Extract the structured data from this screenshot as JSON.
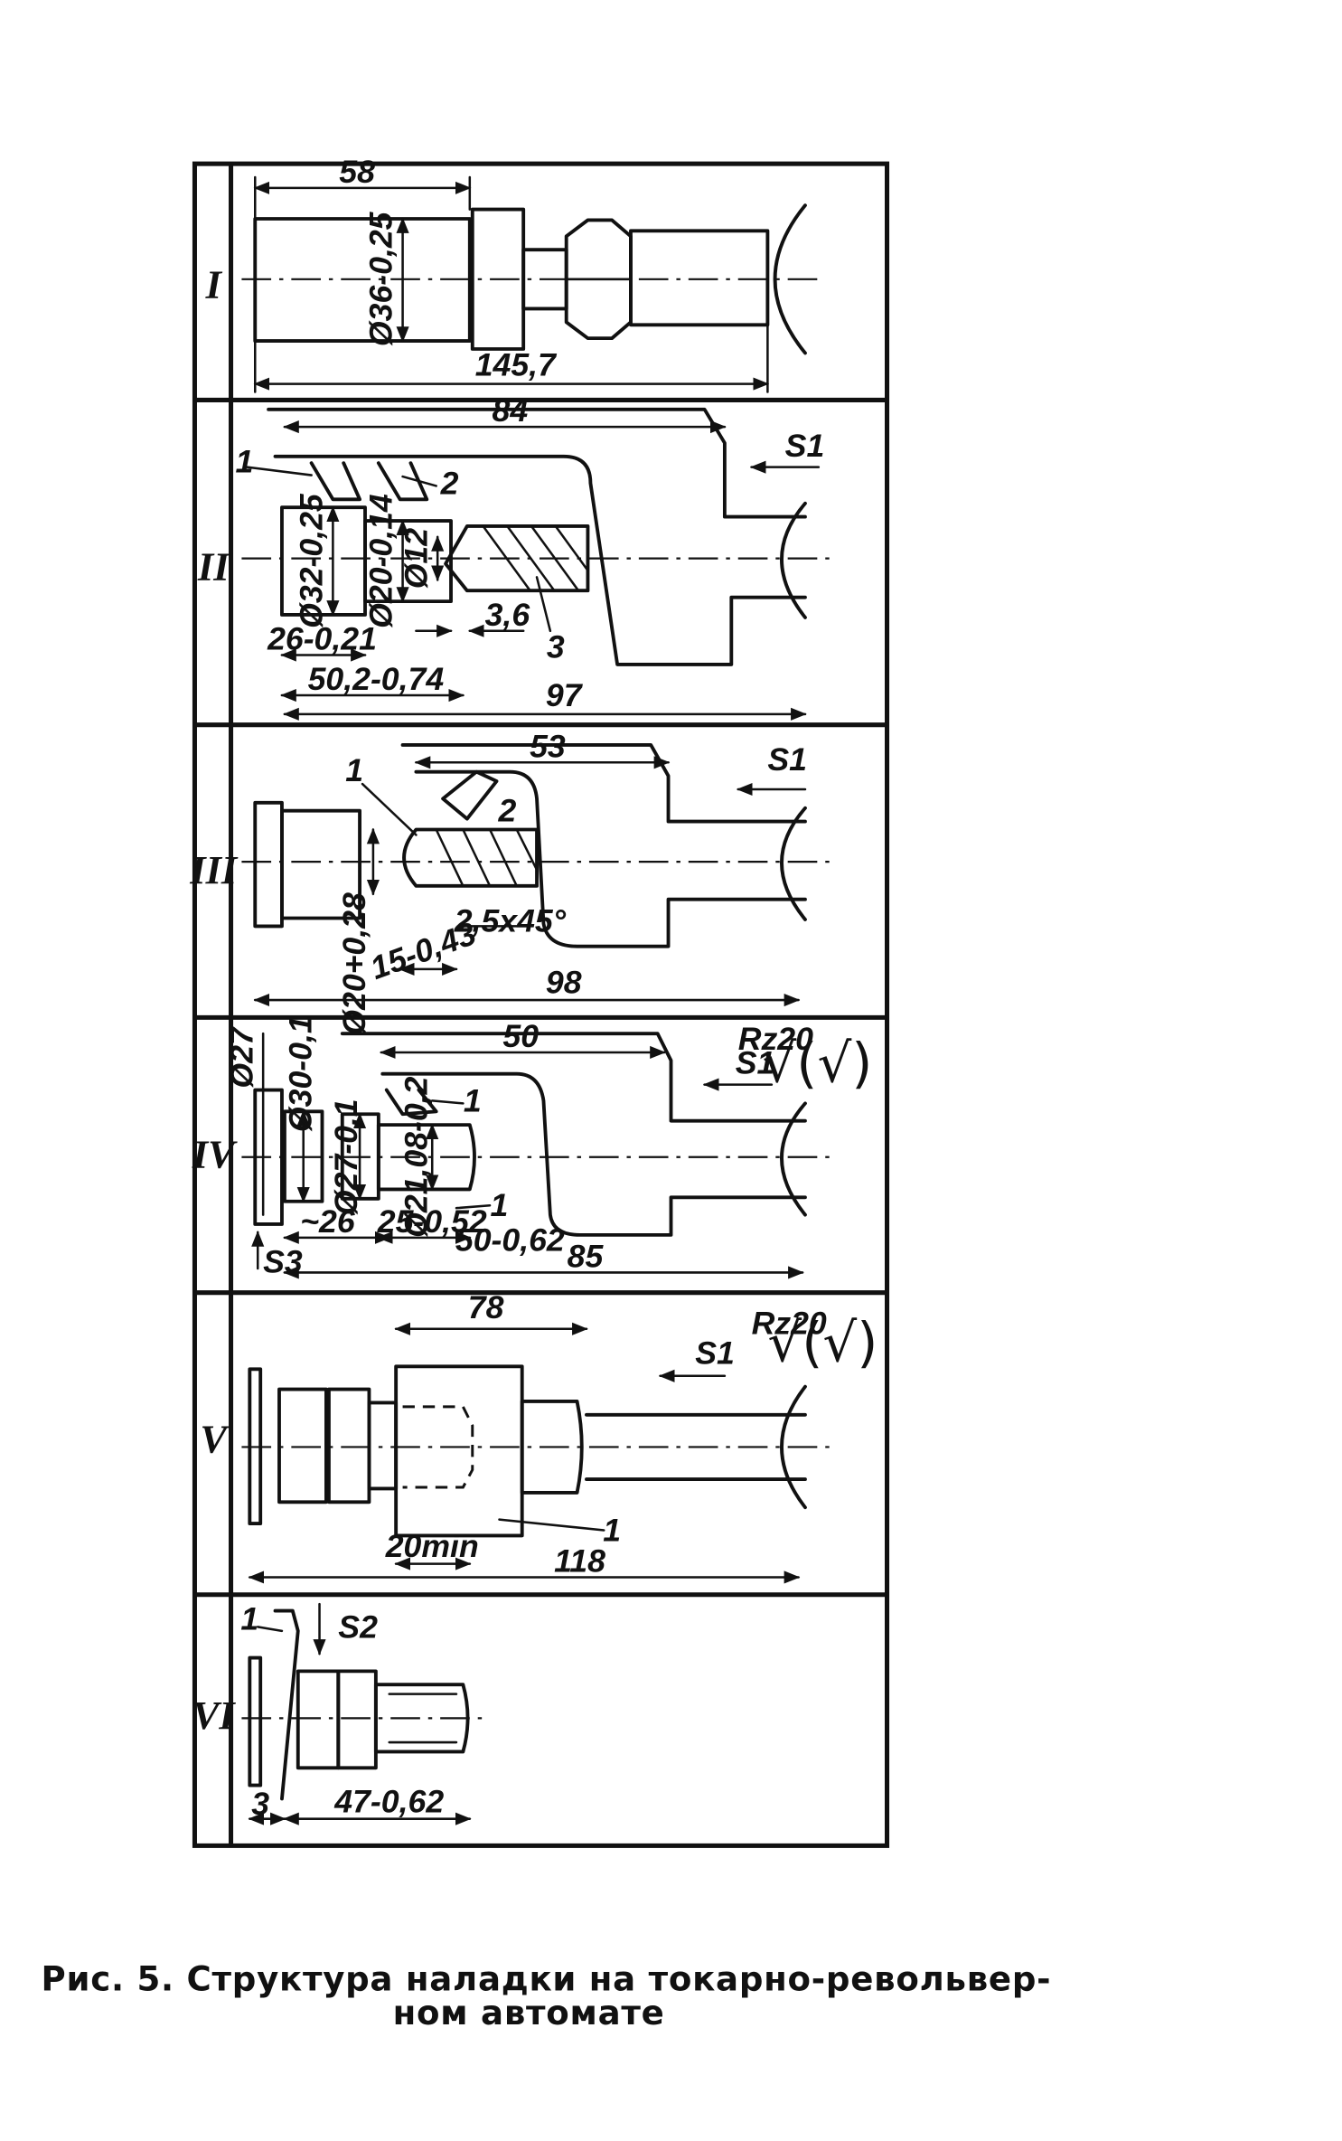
{
  "caption": {
    "line1": "Рис. 5. Структура наладки на токарно-револьвер-",
    "line2": "ном автомате"
  },
  "stages": [
    {
      "label": "I",
      "dimensions": [
        "58",
        "Ø36-0,25",
        "145,7"
      ],
      "callouts": []
    },
    {
      "label": "II",
      "dimensions": [
        "84",
        "Ø32-0,25",
        "Ø20-0,14",
        "Ø12",
        "26-0,21",
        "3,6",
        "50,2-0,74",
        "97"
      ],
      "callouts": [
        "1",
        "2",
        "3"
      ],
      "feed": "S1"
    },
    {
      "label": "III",
      "dimensions": [
        "53",
        "Ø20+0,28",
        "2,5x45°",
        "15-0,43",
        "98"
      ],
      "callouts": [
        "1",
        "2"
      ],
      "feed": "S1"
    },
    {
      "label": "IV",
      "dimensions": [
        "50",
        "Ø27",
        "Ø30-0,1",
        "Ø27-0,1",
        "Ø21,08-0,2",
        "~26",
        "25-0,52",
        "50-0,62",
        "85"
      ],
      "callouts": [
        "1",
        "1"
      ],
      "feed": "S1",
      "feed_secondary": "S3",
      "roughness": "Rz20"
    },
    {
      "label": "V",
      "dimensions": [
        "78",
        "20min",
        "118"
      ],
      "callouts": [
        "1"
      ],
      "feed": "S1",
      "roughness": "Rz20"
    },
    {
      "label": "VI",
      "dimensions": [
        "3",
        "47-0,62"
      ],
      "callouts": [
        "1"
      ],
      "feed": "S2"
    }
  ]
}
